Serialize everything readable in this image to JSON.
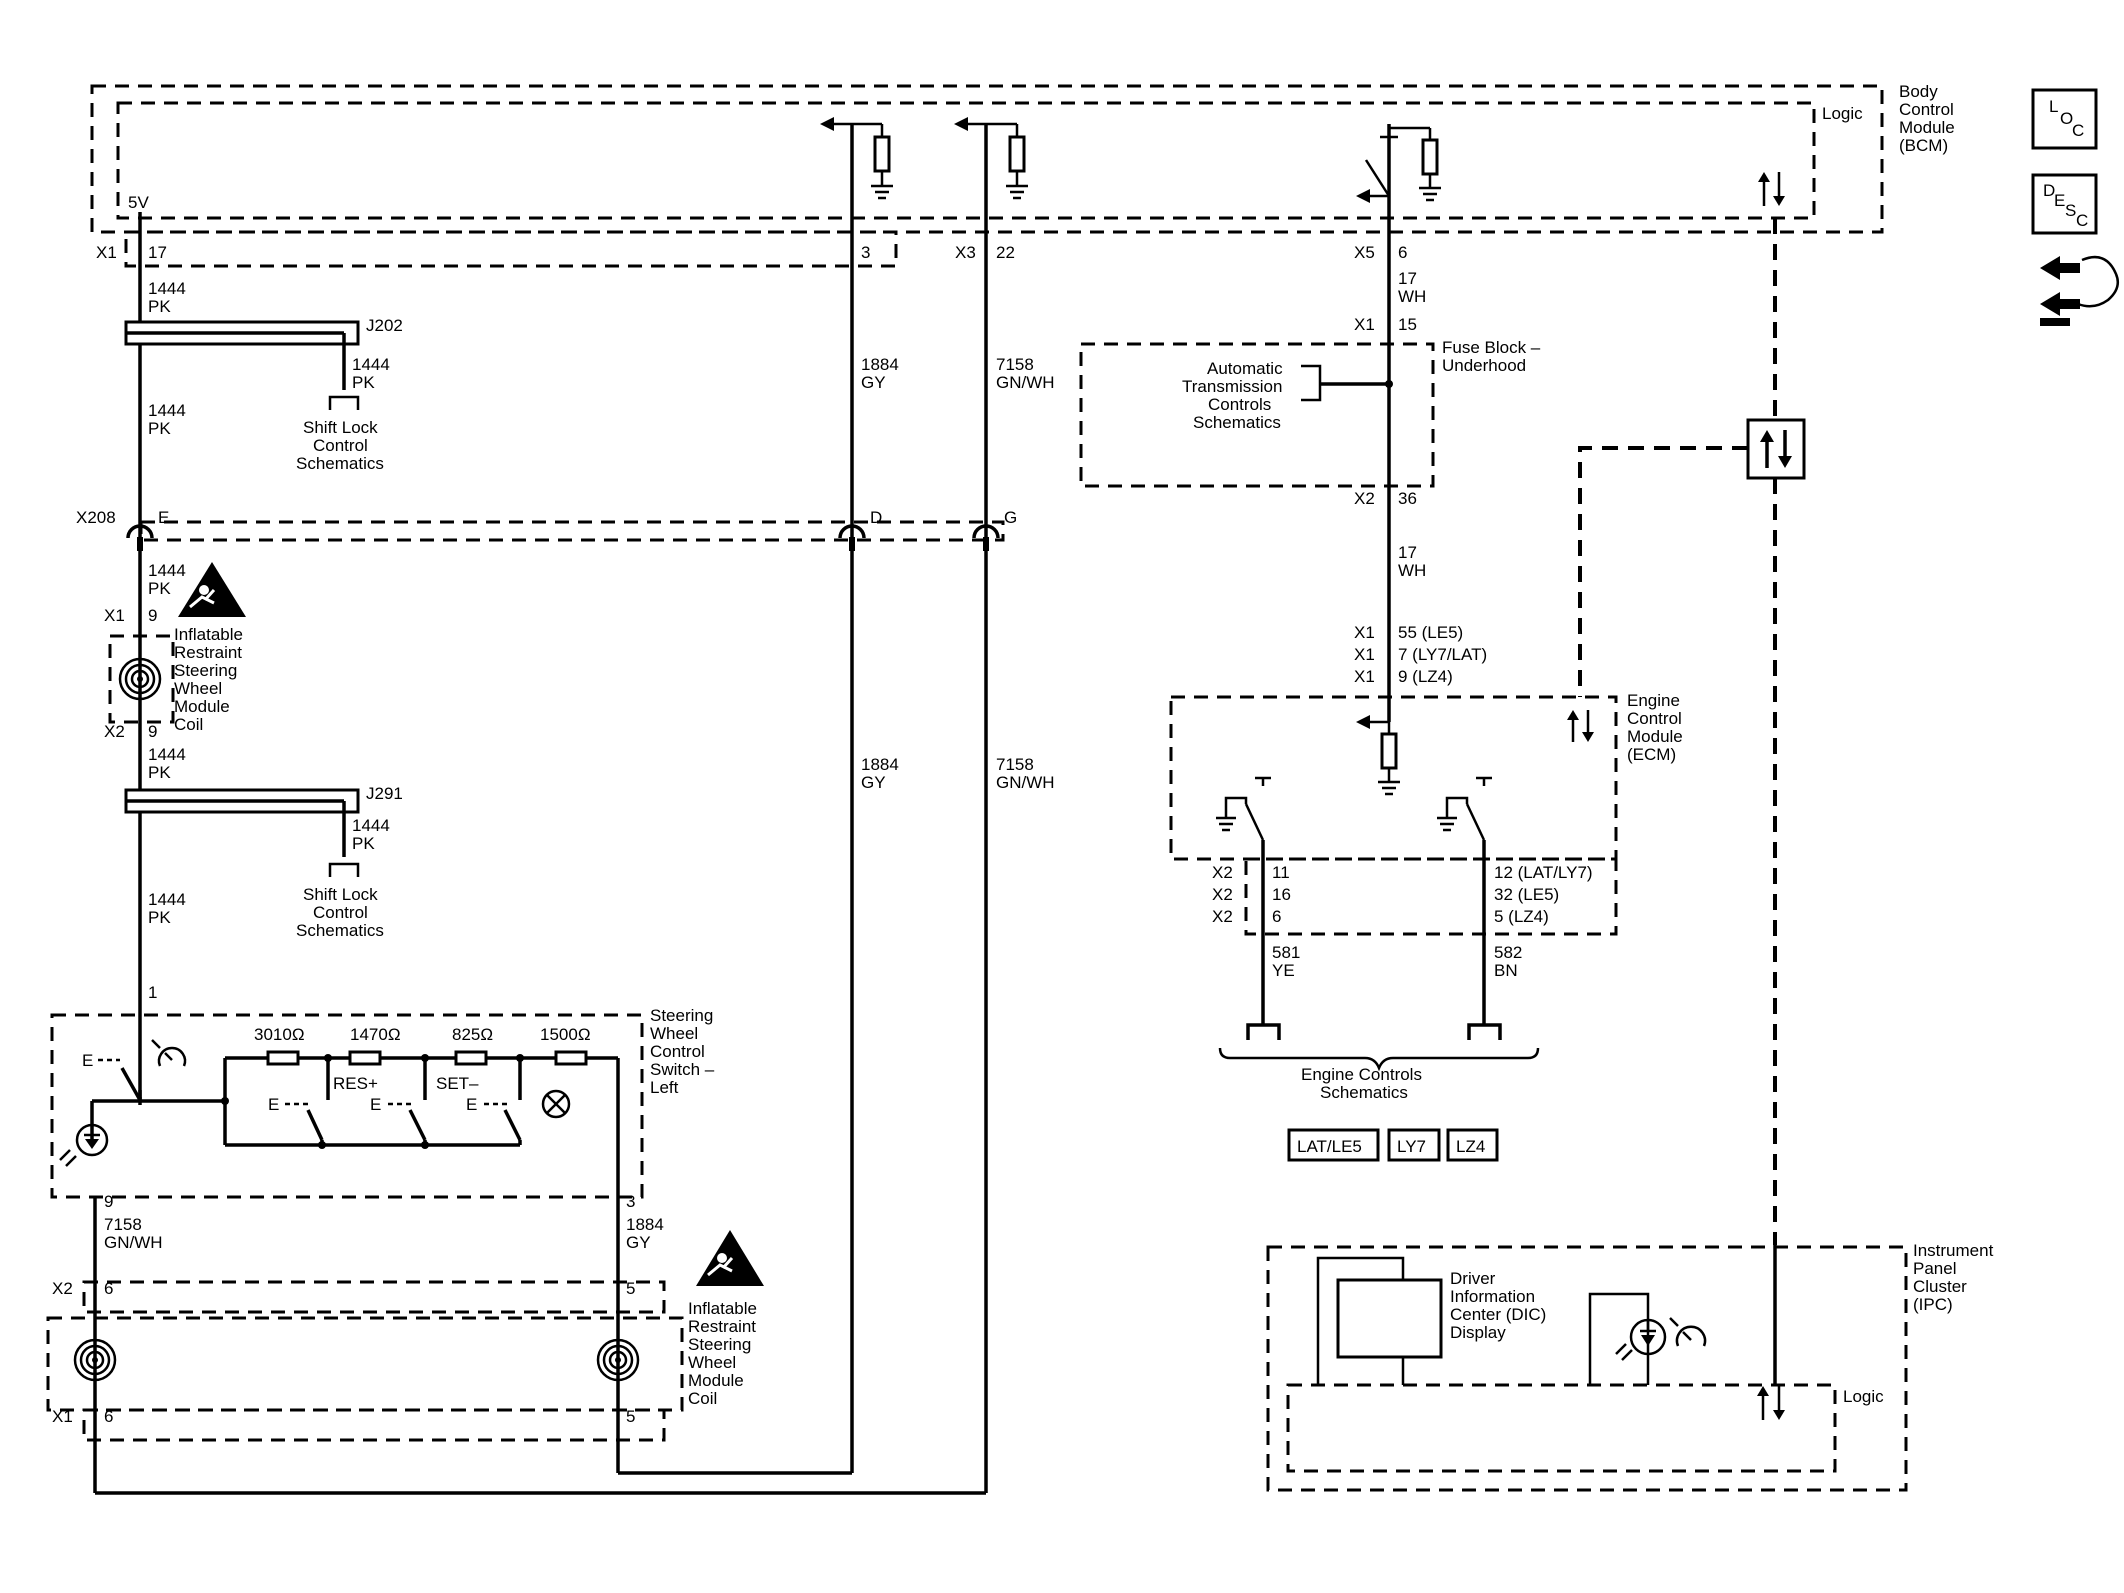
{
  "modules": {
    "bcm": [
      "Body",
      "Control",
      "Module",
      "(BCM)"
    ],
    "bcm_logic": "Logic",
    "ecm": [
      "Engine",
      "Control",
      "Module",
      "(ECM)"
    ],
    "ipc": [
      "Instrument",
      "Panel",
      "Cluster",
      "(IPC)"
    ],
    "ipc_logic": "Logic",
    "fuse_block": [
      "Fuse Block –",
      "Underhood"
    ],
    "swc_switch": [
      "Steering",
      "Wheel",
      "Control",
      "Switch –",
      "Left"
    ],
    "coil_upper": [
      "Inflatable",
      "Restraint",
      "Steering",
      "Wheel",
      "Module",
      "Coil"
    ],
    "coil_lower": [
      "Inflatable",
      "Restraint",
      "Steering",
      "Wheel",
      "Module",
      "Coil"
    ],
    "dic": [
      "Driver",
      "Information",
      "Center (DIC)",
      "Display"
    ]
  },
  "icons": {
    "loc": [
      "L",
      "O",
      "C"
    ],
    "desc": [
      "D",
      "E",
      "S",
      "C"
    ],
    "names": [
      "loc-icon",
      "desc-icon",
      "connector-icon",
      "airbag-warning-icon",
      "data-arrows-icon",
      "led-icon",
      "gauge-icon",
      "lamp-icon",
      "coil-icon",
      "ground-icon"
    ]
  },
  "labels": {
    "v5": "5V",
    "x1": "X1",
    "x2": "X2",
    "x3": "X3",
    "x5": "X5",
    "x208": "X208",
    "pin_17": "17",
    "pin_3": "3",
    "pin_22": "22",
    "pin_6": "6",
    "pin_15": "15",
    "pin_36": "36",
    "pin_e": "E",
    "pin_d": "D",
    "pin_g": "G",
    "pin_9": "9",
    "pin_1": "1",
    "pin_5": "5",
    "pin_11": "11",
    "pin_16": "16",
    "ecm_55": "55 (LE5)",
    "ecm_7": "7 (LY7/LAT)",
    "ecm_9": "9 (LZ4)",
    "ecm_12": "12 (LAT/LY7)",
    "ecm_32": "32 (LE5)",
    "ecm_5": "5 (LZ4)",
    "c1444": "1444",
    "pk": "PK",
    "c1884": "1884",
    "gy": "GY",
    "c7158": "7158",
    "gnwh": "GN/WH",
    "c17": "17",
    "wh": "WH",
    "c581": "581",
    "ye": "YE",
    "c582": "582",
    "bn": "BN",
    "j202": "J202",
    "j291": "J291",
    "shift_lock": [
      "Shift Lock",
      "Control",
      "Schematics"
    ],
    "auto_trans": [
      "Automatic",
      "Transmission",
      "Controls",
      "Schematics"
    ],
    "engine_controls": [
      "Engine Controls",
      "Schematics"
    ],
    "res": "RES+",
    "set": "SET–",
    "r1": "3010Ω",
    "r2": "1470Ω",
    "r3": "825Ω",
    "r4": "1500Ω",
    "sw_e": "E"
  },
  "options": [
    "LAT/LE5",
    "LY7",
    "LZ4"
  ]
}
